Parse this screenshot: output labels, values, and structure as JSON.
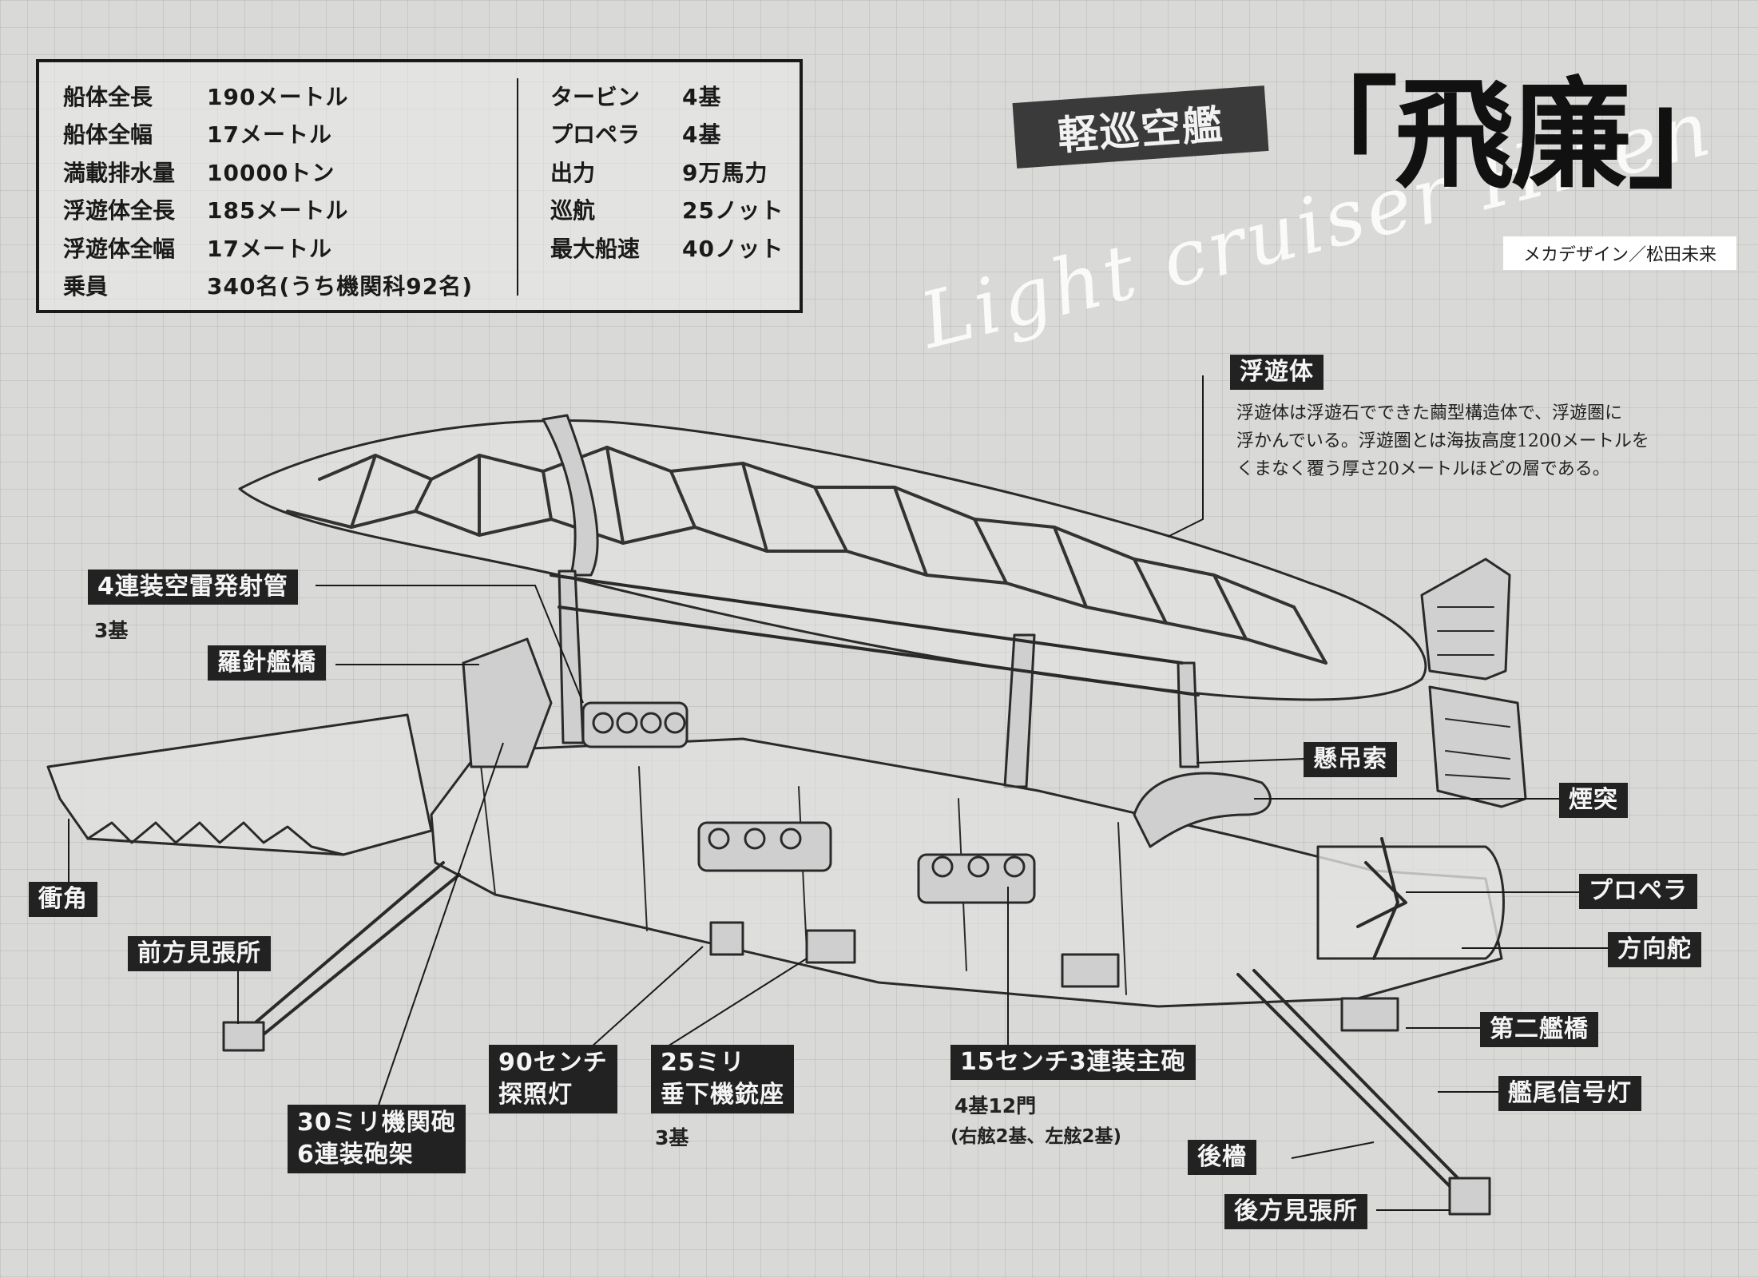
{
  "specs": {
    "left": [
      {
        "key": "船体全長",
        "value": "190メートル"
      },
      {
        "key": "船体全幅",
        "value": "17メートル"
      },
      {
        "key": "満載排水量",
        "value": "10000トン"
      },
      {
        "key": "浮遊体全長",
        "value": "185メートル"
      },
      {
        "key": "浮遊体全幅",
        "value": "17メートル"
      },
      {
        "key": "乗員",
        "value": "340名(うち機関科92名)"
      }
    ],
    "right": [
      {
        "key": "タービン",
        "value": "4基"
      },
      {
        "key": "プロペラ",
        "value": "4基"
      },
      {
        "key": "出力",
        "value": "9万馬力"
      },
      {
        "key": "巡航",
        "value": "25ノット"
      },
      {
        "key": "最大船速",
        "value": "40ノット"
      }
    ]
  },
  "title": {
    "subtitle": "軽巡空艦",
    "name": "「飛廉」",
    "script": "Light cruiser Hiren",
    "credit": "メカデザイン／松田未来"
  },
  "labels": {
    "floater": "浮遊体",
    "floater_desc": [
      "浮遊体は浮遊石でできた繭型構造体で、浮遊圏に",
      "浮かんでいる。浮遊圏とは海抜高度1200メートルを",
      "くまなく覆う厚さ20メートルほどの層である。"
    ],
    "torpedo": "4連装空雷発射管",
    "torpedo_note": "3基",
    "compass_bridge": "羅針艦橋",
    "ram": "衝角",
    "fwd_lookout": "前方見張所",
    "mg30_line1": "30ミリ機関砲",
    "mg30_line2": "6連装砲架",
    "searchlight_line1": "90センチ",
    "searchlight_line2": "探照灯",
    "mg25_line1": "25ミリ",
    "mg25_line2": "垂下機銃座",
    "mg25_note": "3基",
    "main_gun": "15センチ3連装主砲",
    "main_gun_note1": "4基12門",
    "main_gun_note2": "(右舷2基、左舷2基)",
    "suspension": "懸吊索",
    "funnel": "煙突",
    "propeller": "プロペラ",
    "rudder": "方向舵",
    "second_bridge": "第二艦橋",
    "stern_signal": "艦尾信号灯",
    "rear_mast": "後檣",
    "rear_lookout": "後方見張所"
  }
}
